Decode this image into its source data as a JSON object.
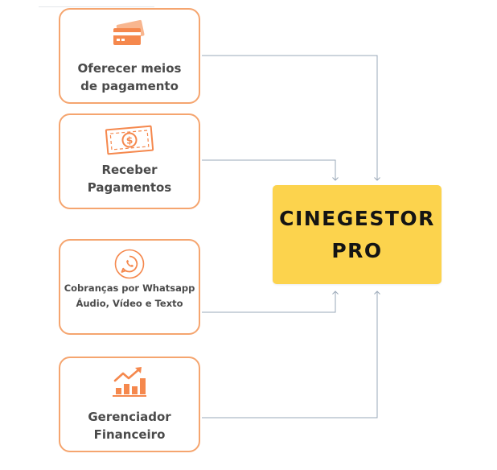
{
  "main": {
    "line1": "CINEGESTOR",
    "line2": "PRO"
  },
  "cards": [
    {
      "icon": "credit-card-icon",
      "lines": [
        "Oferecer meios",
        "de pagamento"
      ]
    },
    {
      "icon": "money-bill-icon",
      "lines": [
        "Receber",
        "Pagamentos"
      ]
    },
    {
      "icon": "whatsapp-icon",
      "lines": [
        "Cobranças por Whatsapp",
        "Áudio, Vídeo e Texto"
      ]
    },
    {
      "icon": "growth-chart-icon",
      "lines": [
        "Gerenciador",
        "Financeiro"
      ]
    }
  ],
  "colors": {
    "accent": "#f5884d",
    "card_border": "#f5a56f",
    "main_box": "#fcd34d",
    "connector": "#9aa8b8",
    "text": "#4a4a4a"
  }
}
